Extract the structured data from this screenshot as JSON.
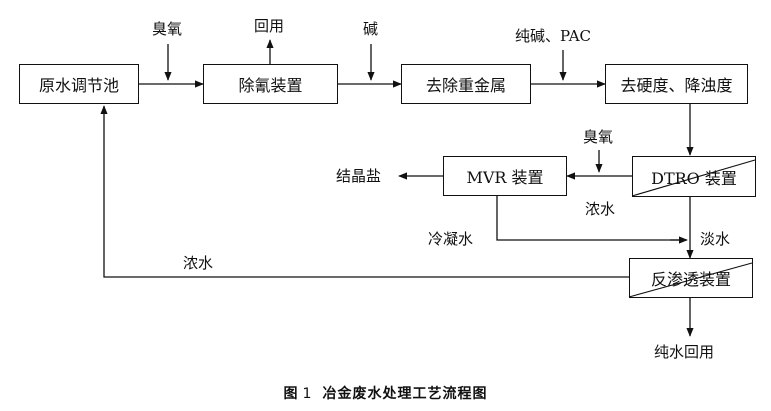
{
  "diagram": {
    "nodes": {
      "raw_pool": "原水调节池",
      "dechlorination": "除氰装置",
      "heavy_metal": "去除重金属",
      "hardness": "去硬度、降浊度",
      "dtro": "DTRO 装置",
      "mvr": "MVR 装置",
      "ro": "反渗透装置"
    },
    "labels": {
      "ozone_1": "臭氧",
      "reuse_1": "回用",
      "alkali": "碱",
      "soda_pac": "纯碱、PAC",
      "ozone_2": "臭氧",
      "crystal_salt": "结晶盐",
      "concentrate_1": "浓水",
      "condensate": "冷凝水",
      "fresh_water": "淡水",
      "concentrate_2": "浓水",
      "pure_water_reuse": "纯水回用"
    }
  },
  "caption": {
    "prefix": "图",
    "number": "1",
    "title": "冶金废水处理工艺流程图"
  }
}
